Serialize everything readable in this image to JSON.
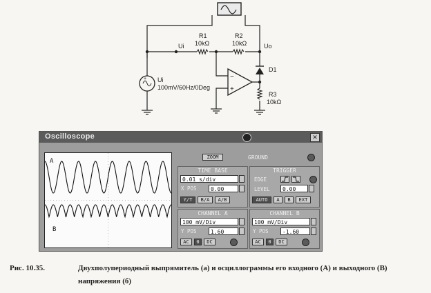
{
  "schematic": {
    "r1_name": "R1",
    "r1_value": "10kΩ",
    "r2_name": "R2",
    "r2_value": "10kΩ",
    "r3_name": "R3",
    "r3_value": "10kΩ",
    "d1_name": "D1",
    "ui_node": "Ui",
    "uo_node": "Uo",
    "source_name": "Ui",
    "source_value": "100mV/60Hz/0Deg"
  },
  "oscilloscope": {
    "title": "Oscilloscope",
    "close_glyph": "✕",
    "trace_a_label": "A",
    "trace_b_label": "B",
    "zoom_label": "ZOOM",
    "ground_label": "GROUND",
    "timebase": {
      "title": "TIME BASE",
      "value": "0.01 s/div",
      "xpos_label": "X POS",
      "xpos_value": "0.00",
      "modes": [
        "Y/T",
        "B/A",
        "A/B"
      ]
    },
    "trigger": {
      "title": "TRIGGER",
      "edge_label": "EDGE",
      "level_label": "LEVEL",
      "level_value": "0.00",
      "sources": [
        "AUTO",
        "A",
        "B",
        "EXT"
      ]
    },
    "channel_a": {
      "title": "CHANNEL A",
      "value": "100 mV/Div",
      "ypos_label": "Y POS",
      "ypos_value": "1.60",
      "coupling": [
        "AC",
        "0",
        "DC"
      ]
    },
    "channel_b": {
      "title": "CHANNEL B",
      "value": "100 mV/Div",
      "ypos_label": "Y POS",
      "ypos_value": "-1.60",
      "coupling": [
        "AC",
        "0",
        "DC"
      ]
    },
    "traces": {
      "a_cycles": 7.5,
      "b_cycles": 15
    }
  },
  "caption": {
    "number": "Рис. 10.35.",
    "text": "Двухполупериодный выпрямитель (а) и осциллограммы его входного (А) и выходного (В) напряжения (б)"
  }
}
